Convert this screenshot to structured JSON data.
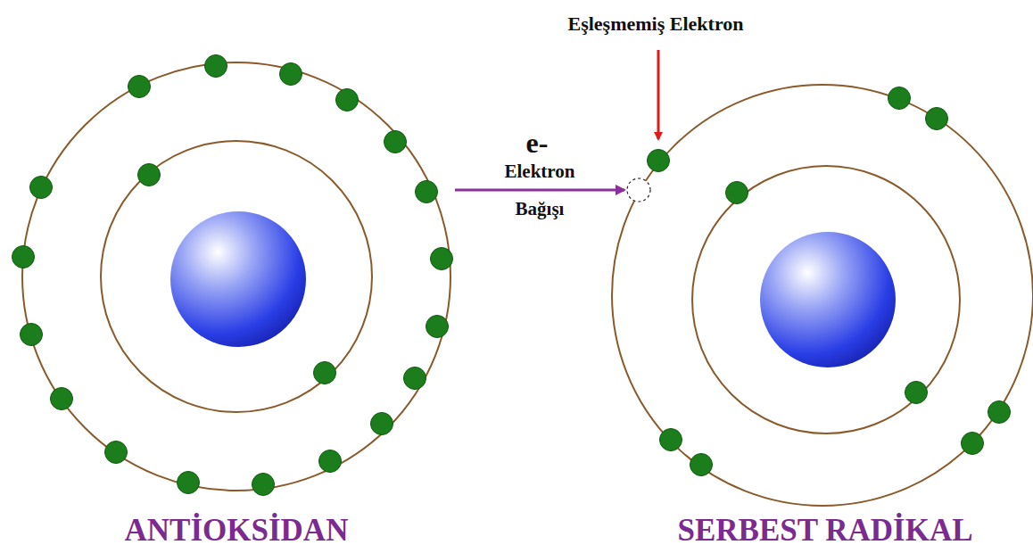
{
  "diagram": {
    "nodes": [
      {
        "text": [
          "ANTİOKSİDAN"
        ]
      },
      {
        "text": [
          "SERBEST RADİKAL"
        ]
      }
    ],
    "edges": [
      {
        "from": 0,
        "to": 1,
        "arrow": "to",
        "label": "Elektron Bağışı"
      }
    ],
    "labels": [
      "Eşleşmemiş Elektron",
      "e-"
    ]
  }
}
